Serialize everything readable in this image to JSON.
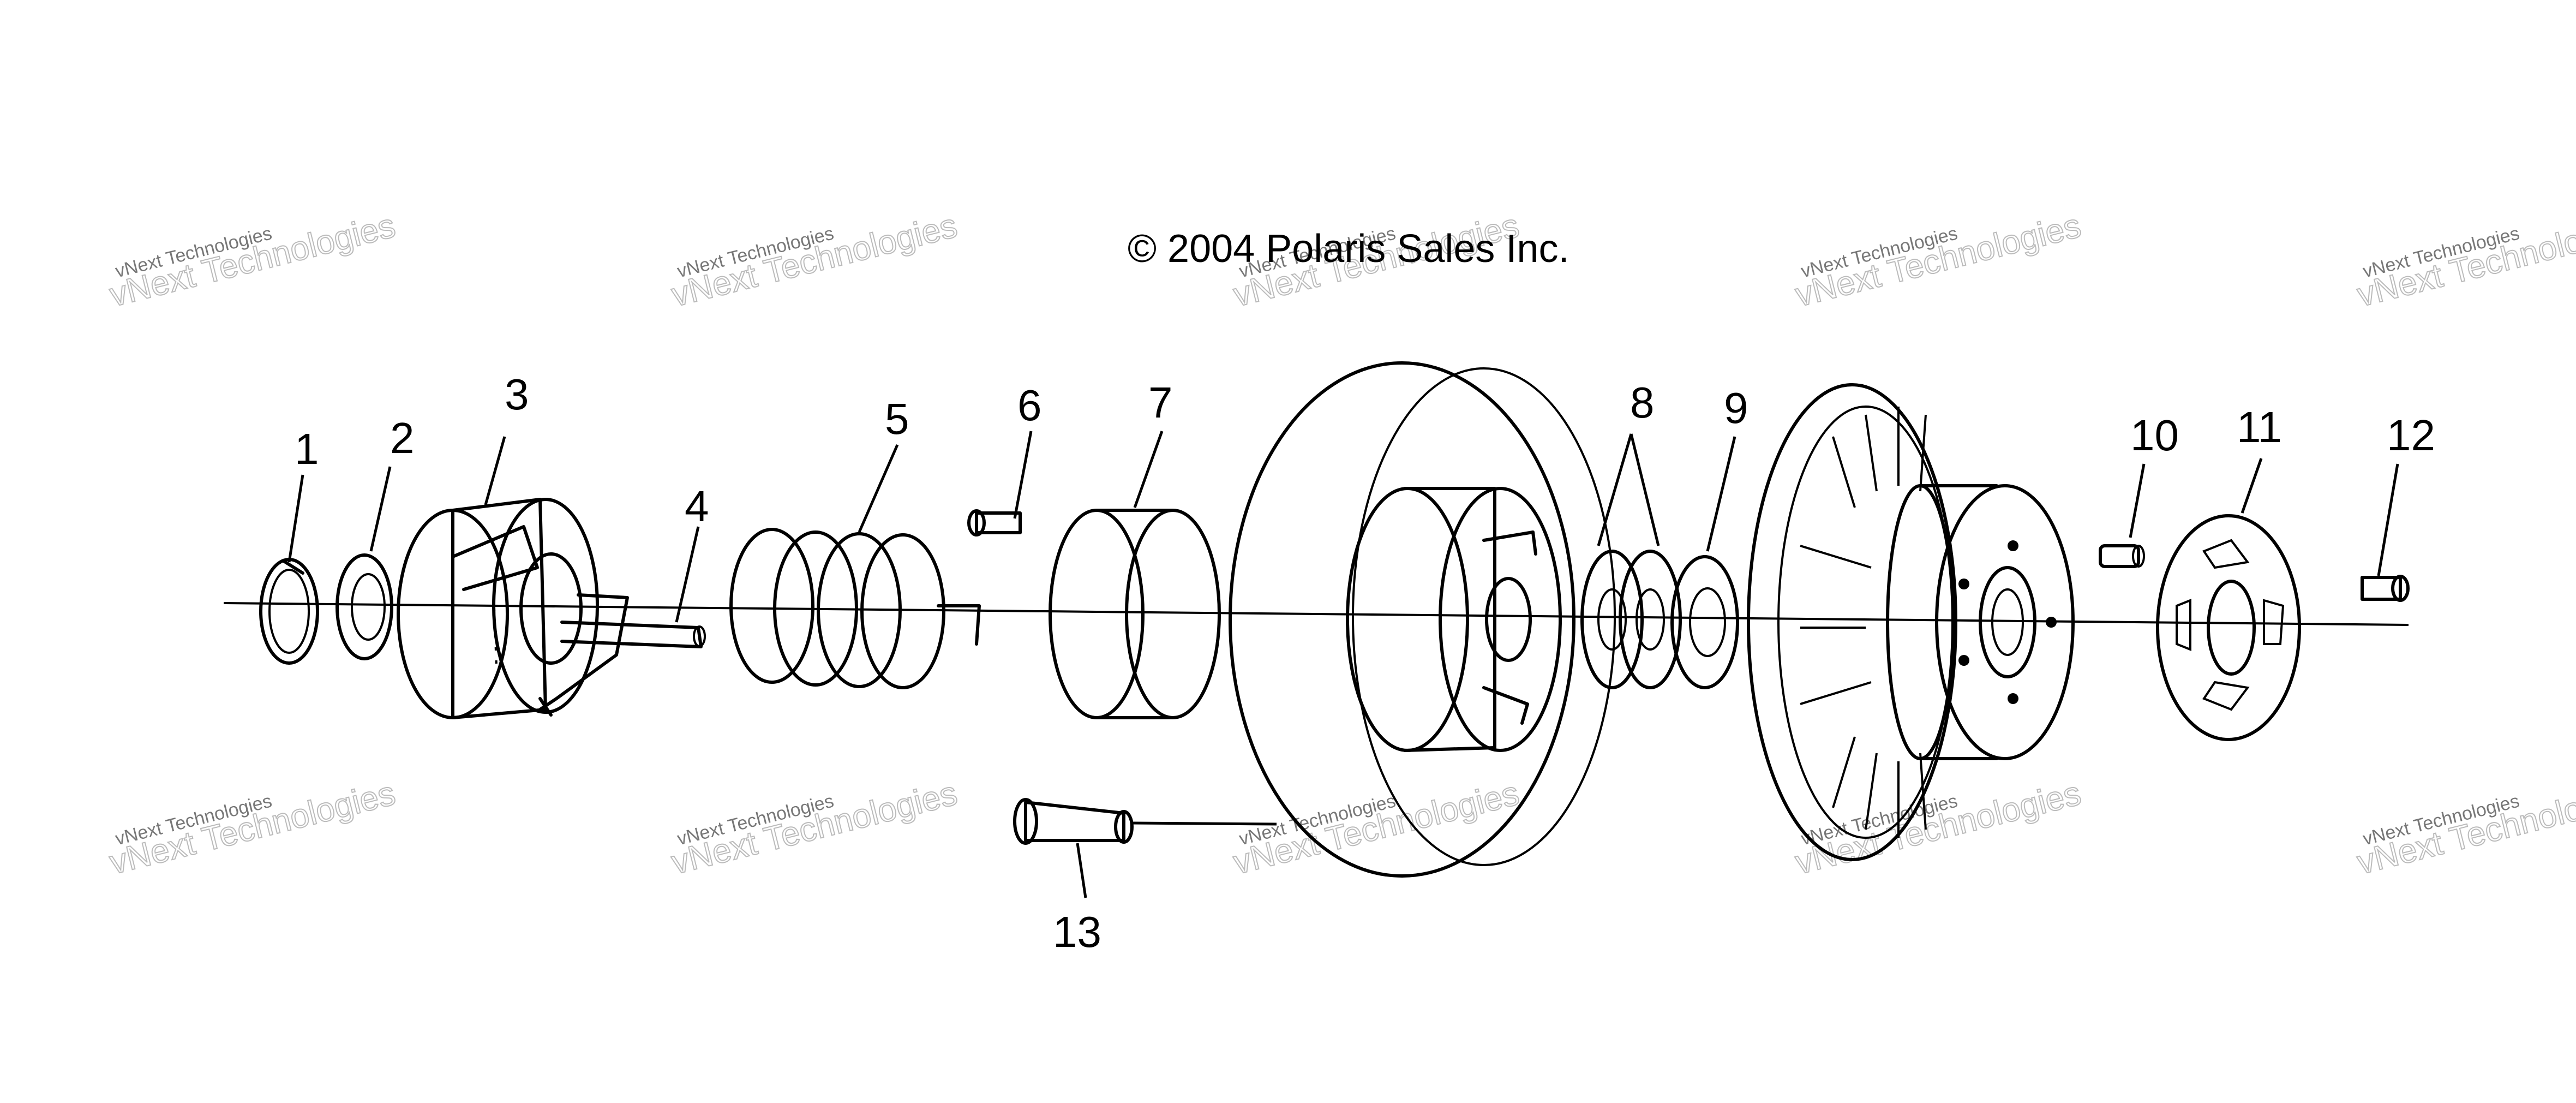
{
  "copyright": "© 2004 Polaris Sales Inc.",
  "watermark": {
    "small": "vNext Technologies",
    "large": "vNext Technologies",
    "color": "#888888"
  },
  "callouts": [
    "1",
    "2",
    "3",
    "4",
    "5",
    "6",
    "7",
    "8",
    "9",
    "10",
    "11",
    "12",
    "13"
  ],
  "colors": {
    "line": "#000000",
    "background": "#ffffff"
  }
}
